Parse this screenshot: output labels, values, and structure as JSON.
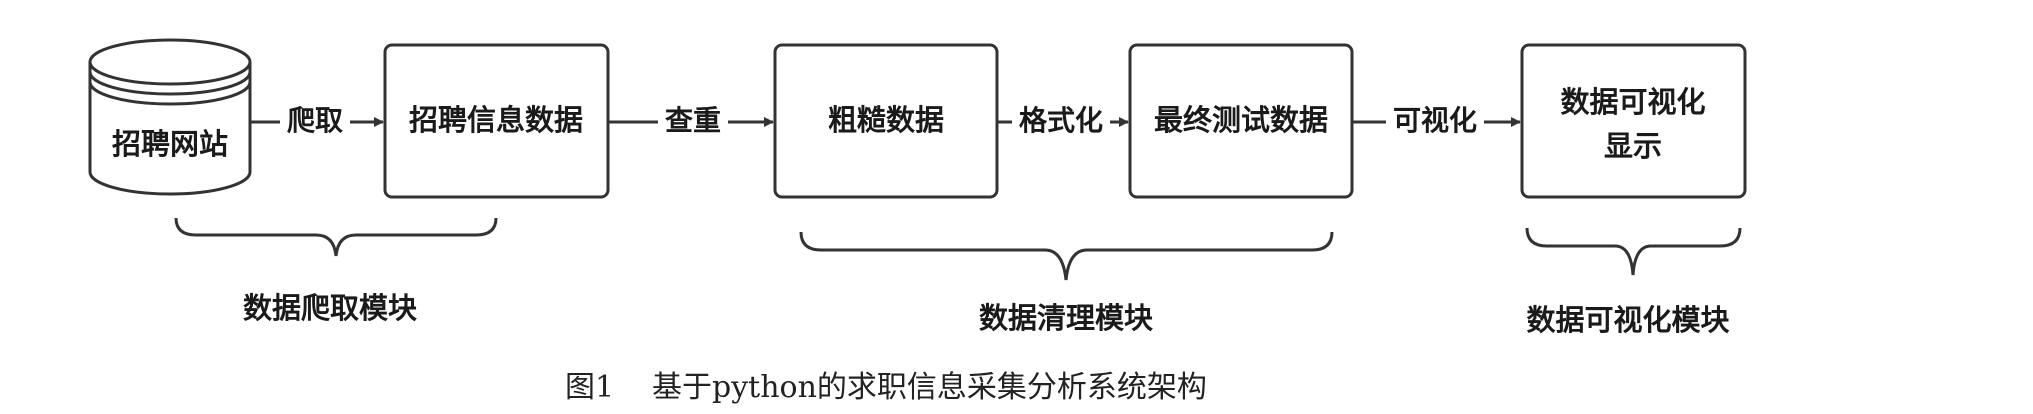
{
  "nodes": {
    "website": "招聘网站",
    "recruit_data": "招聘信息数据",
    "rough_data": "粗糙数据",
    "final_data": "最终测试数据",
    "viz_line1": "数据可视化",
    "viz_line2": "显示"
  },
  "edges": {
    "crawl": "爬取",
    "dedup": "查重",
    "format": "格式化",
    "visualize": "可视化"
  },
  "modules": {
    "crawl_module": "数据爬取模块",
    "clean_module": "数据清理模块",
    "viz_module": "数据可视化模块"
  },
  "caption": {
    "label": "图1",
    "text": "基于python的求职信息采集分析系统架构"
  }
}
